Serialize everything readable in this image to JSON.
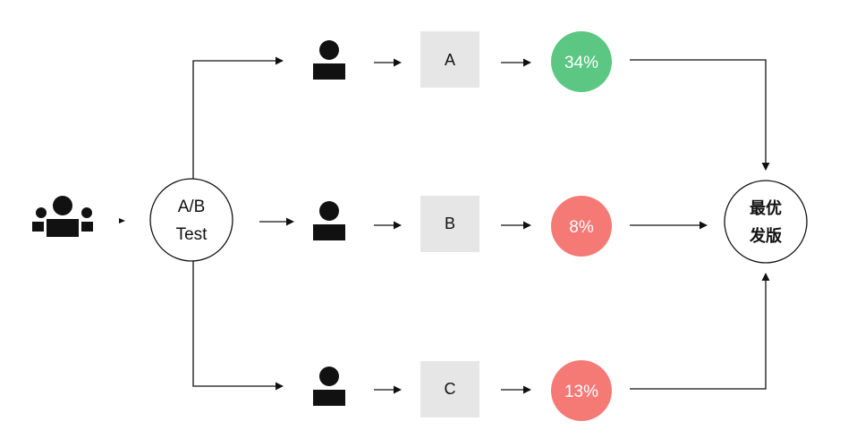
{
  "ab_test": {
    "line1": "A/B",
    "line2": "Test"
  },
  "variants": [
    {
      "label": "A",
      "rate": "34%",
      "color": "#5cc683"
    },
    {
      "label": "B",
      "rate": "8%",
      "color": "#f57a76"
    },
    {
      "label": "C",
      "rate": "13%",
      "color": "#f57a76"
    }
  ],
  "best_release": {
    "line1": "最优",
    "line2": "发版"
  },
  "icons": {
    "audience": "group-icon",
    "user": "person-icon"
  },
  "colors": {
    "variant_box": "#e6e6e6",
    "line": "#111111"
  }
}
